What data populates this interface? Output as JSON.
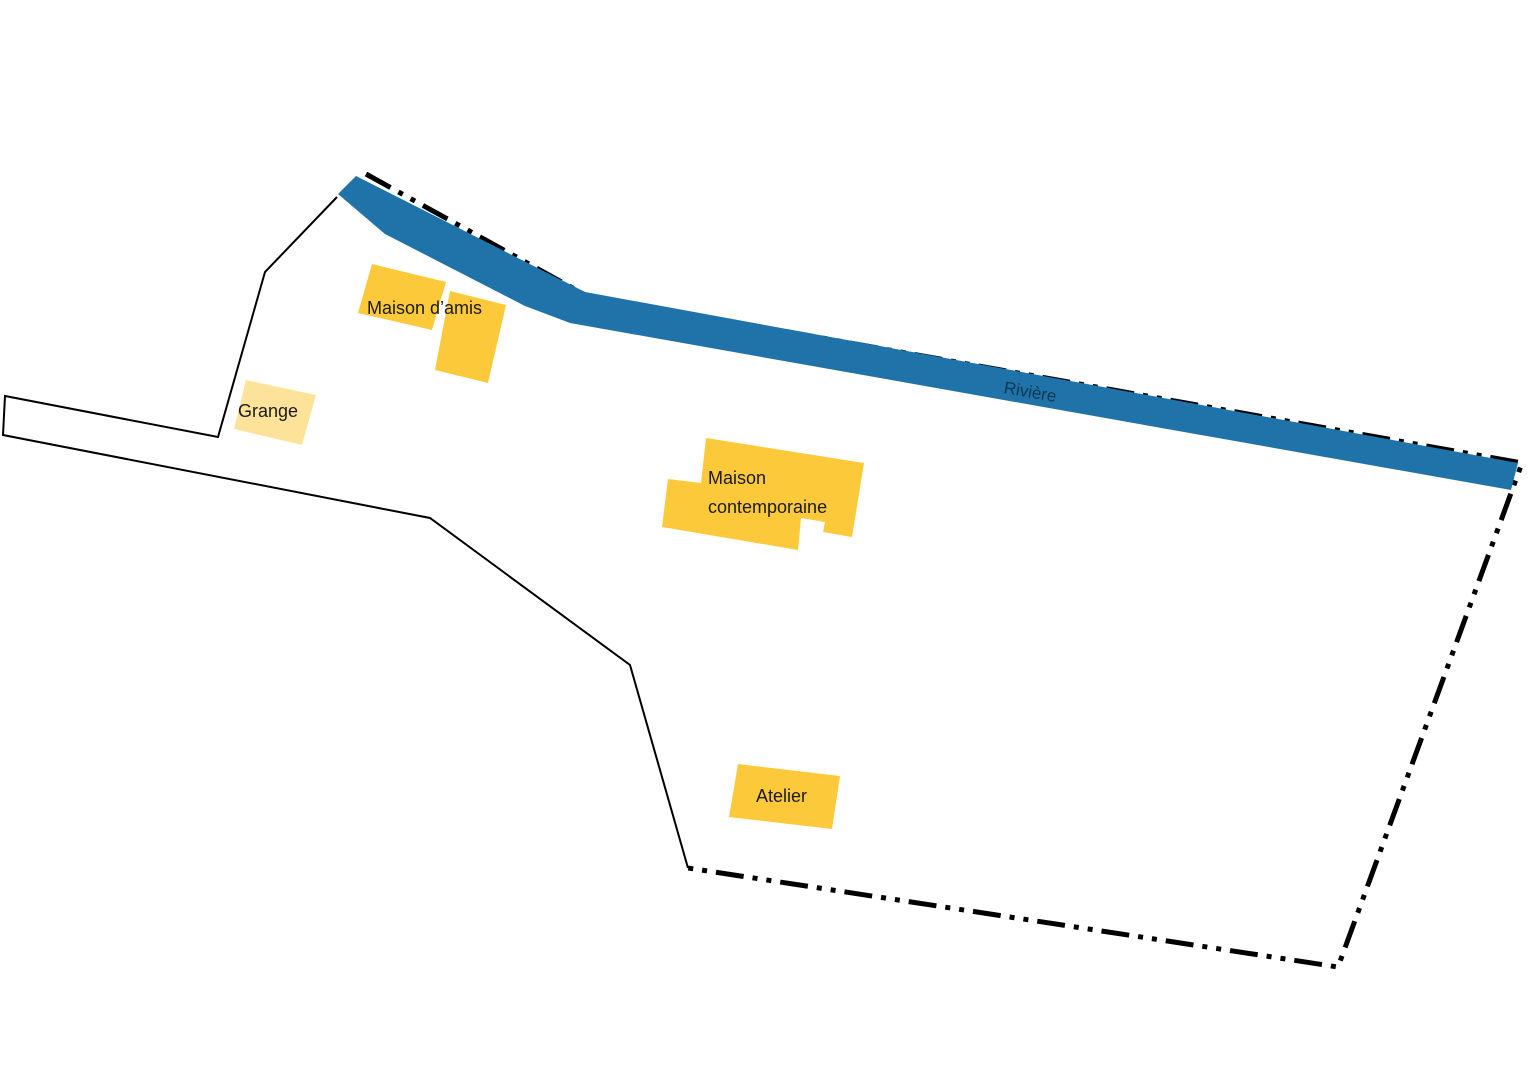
{
  "map": {
    "colors": {
      "background": "#ffffff",
      "river": "#1f73a8",
      "building": "#fcc93a",
      "building_light": "#fde39a",
      "boundary": "#000000",
      "river_label": "#0e3552"
    },
    "river": {
      "label": "Rivière"
    },
    "buildings": {
      "maison_amis": {
        "label": "Maison d’amis"
      },
      "grange": {
        "label": "Grange"
      },
      "maison_contemporaine": {
        "label_line1": "Maison",
        "label_line2": "contemporaine"
      },
      "atelier": {
        "label": "Atelier"
      }
    },
    "legend_styles": {
      "neighbor_boundary": "solid-line",
      "property_boundary": "dash-dot-line"
    }
  }
}
